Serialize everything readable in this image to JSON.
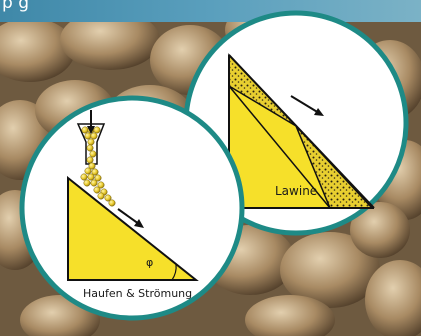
{
  "banner": {
    "text": "p                                                           g"
  },
  "figures": {
    "avalanche": {
      "caption": "Lawine"
    },
    "heap": {
      "caption": "Haufen & Strömung",
      "angle_symbol": "φ"
    }
  },
  "colors": {
    "circle_border": "#1e8a86",
    "sand_yellow": "#f6e02a",
    "grain_fill": "#e9cb28",
    "banner": "#4f97b6"
  },
  "icons": [
    "arrow-icon",
    "arrow-icon",
    "funnel-icon"
  ]
}
